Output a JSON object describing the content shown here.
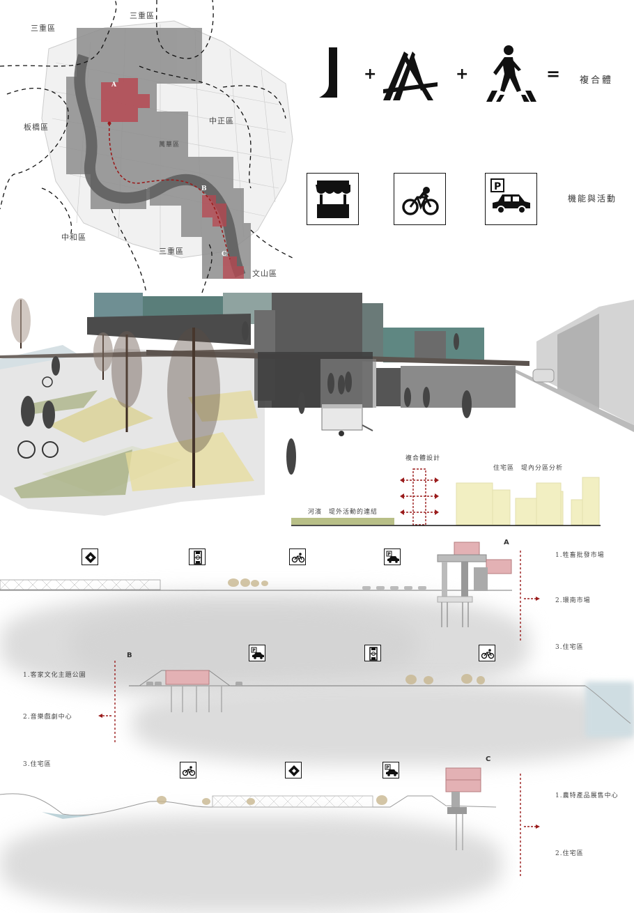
{
  "map": {
    "district_labels": [
      "三重區",
      "三重區",
      "板橋區",
      "中正區",
      "萬華區",
      "中和區",
      "三重區",
      "文山區"
    ],
    "site_labels": [
      "A",
      "B",
      "C"
    ]
  },
  "formula": {
    "plus_1": "+",
    "plus_2": "+",
    "equals": "=",
    "result": "複合體"
  },
  "functions": {
    "label": "機能與活動",
    "icons": [
      "market-stall-icon",
      "bicycle-icon",
      "parking-car-icon"
    ],
    "parking_letter": "P"
  },
  "diagram": {
    "complex_design": "複合體設計",
    "residential_analysis": "住宅區　堤內分區分析",
    "river_link": "河濱　堤外活動的連結"
  },
  "section_a": {
    "marker": "A",
    "icons": [
      "baseball-field-icon",
      "basketball-court-icon",
      "bicycle-icon",
      "parking-car-icon"
    ],
    "parking_letter": "P",
    "list": [
      "1.牲畜批發市場",
      "2.環南市場",
      "3.住宅區"
    ]
  },
  "section_b": {
    "marker": "B",
    "icons": [
      "parking-car-icon",
      "basketball-court-icon",
      "bicycle-icon"
    ],
    "parking_letter": "P",
    "list": [
      "1.客家文化主題公園",
      "2.音樂戲劇中心",
      "3.住宅區"
    ]
  },
  "section_c": {
    "marker": "C",
    "icons": [
      "bicycle-icon",
      "baseball-field-icon",
      "parking-car-icon"
    ],
    "parking_letter": "P",
    "list": [
      "1.農特產品展售中心",
      "2.住宅區"
    ]
  },
  "colors": {
    "site_red": "#b8454f",
    "dashed_red": "#9a1c1c",
    "pale_yellow": "#f2efc2",
    "river_green": "#b8bf87",
    "teal_block": "#5a7e7a"
  }
}
